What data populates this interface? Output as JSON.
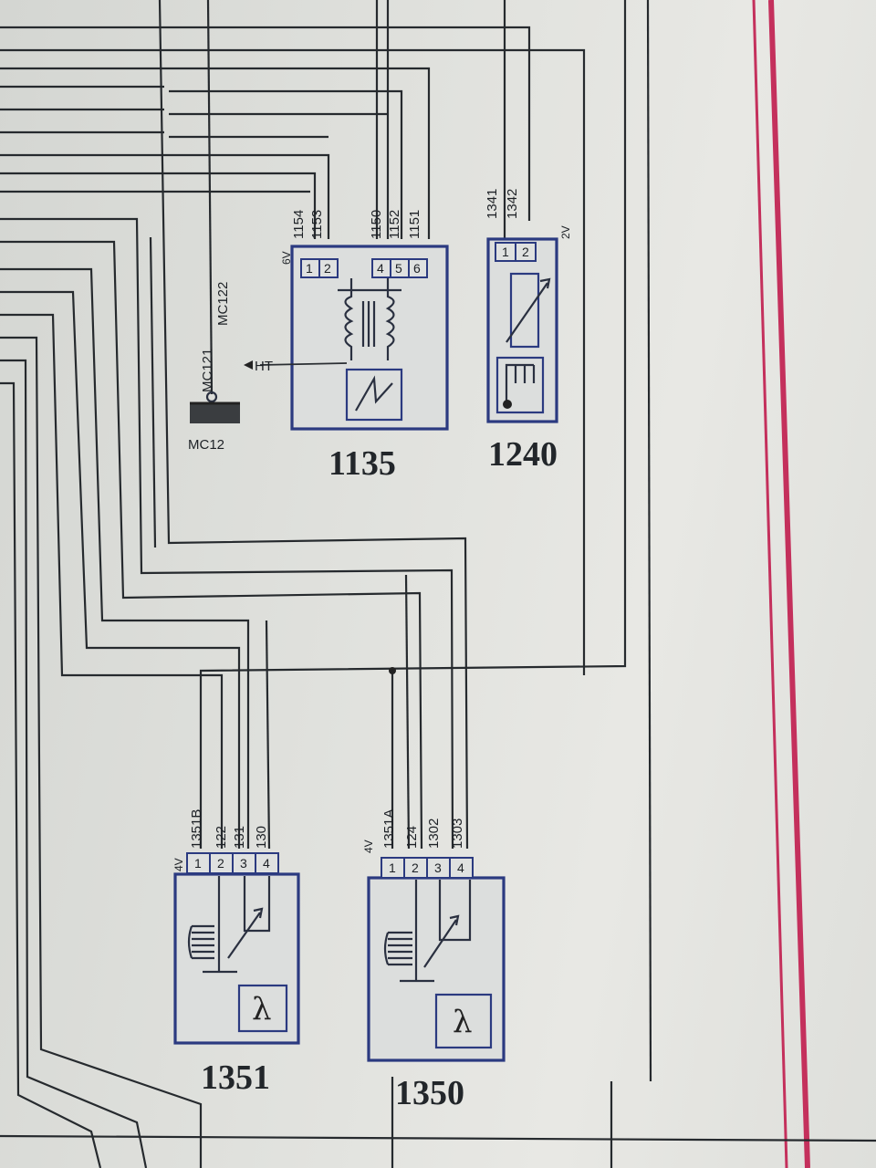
{
  "ground": {
    "label": "MC12",
    "wire_labels": [
      "MC121",
      "MC122"
    ]
  },
  "components": {
    "c1135": {
      "number": "1135",
      "ways": "6V",
      "pins": [
        "1",
        "2",
        "4",
        "5",
        "6"
      ],
      "wires": [
        "1154",
        "1153",
        "1150",
        "1152",
        "1151"
      ],
      "output_label": "HT"
    },
    "c1240": {
      "number": "1240",
      "ways": "2V",
      "pins": [
        "1",
        "2"
      ],
      "wires": [
        "1341",
        "1342"
      ]
    },
    "c1351": {
      "number": "1351",
      "ways": "4V",
      "pins": [
        "1",
        "2",
        "3",
        "4"
      ],
      "wires": [
        "1351B",
        "122",
        "131",
        "130"
      ],
      "symbol": "λ"
    },
    "c1350": {
      "number": "1350",
      "ways": "4V",
      "pins": [
        "1",
        "2",
        "3",
        "4"
      ],
      "wires": [
        "1351A",
        "124",
        "1302",
        "1303"
      ],
      "symbol": "λ"
    }
  },
  "colors": {
    "wire": "#262a2e",
    "connector_outline": "#2b3a80",
    "margin_line": "#c0305a",
    "paper": "#e1e2de"
  }
}
